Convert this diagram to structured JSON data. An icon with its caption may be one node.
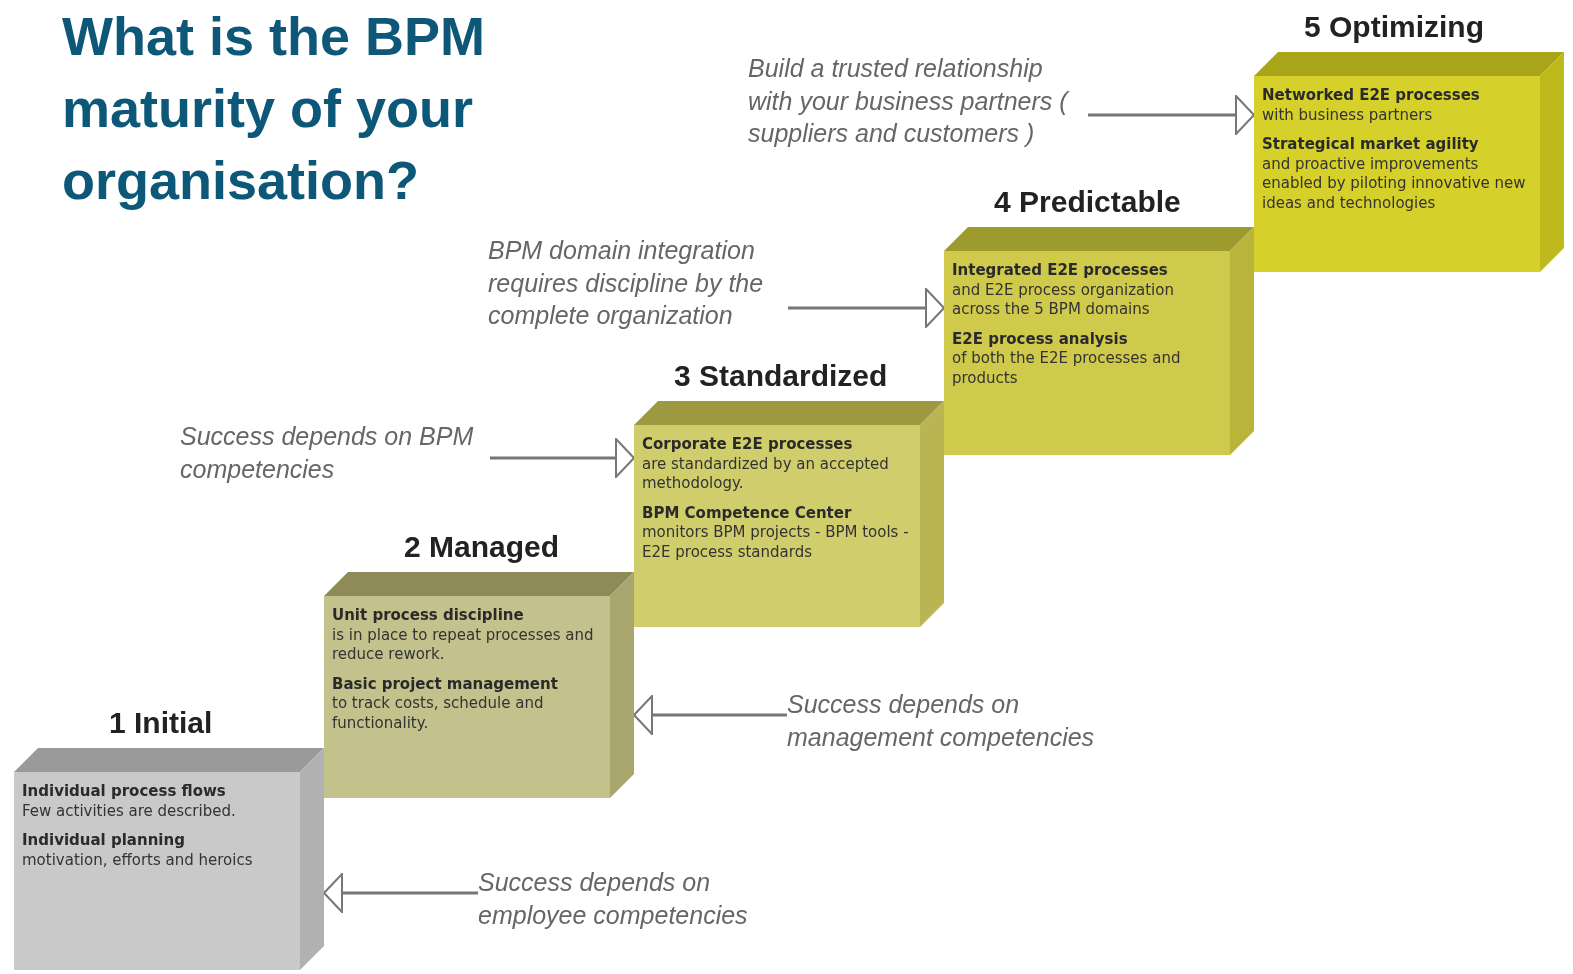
{
  "diagram": {
    "title": "What is the BPM maturity of your organisation?",
    "nodes": [
      {
        "text": [
          "1 Initial",
          "Individual process flows",
          "Few activities are described.",
          "Individual planning",
          "motivation, efforts and heroics"
        ]
      },
      {
        "text": [
          "2 Managed",
          "Unit process discipline",
          "is in place to repeat processes and reduce rework.",
          "Basic project management",
          "to track costs, schedule and functionality."
        ]
      },
      {
        "text": [
          "3 Standardized",
          "Corporate E2E processes",
          "are standardized by an accepted methodology.",
          "BPM Competence Center",
          "monitors BPM projects - BPM tools - E2E process standards"
        ]
      },
      {
        "text": [
          "4 Predictable",
          "Integrated E2E processes",
          "and E2E process organization across the 5 BPM domains",
          "E2E process analysis",
          "of both the E2E processes and products"
        ]
      },
      {
        "text": [
          "5 Optimizing",
          "Networked E2E processes",
          "with business partners",
          "Strategical market agility",
          "and proactive improvements enabled by piloting innovative new ideas and technologies"
        ]
      },
      {
        "text": [
          "Success depends on employee competencies"
        ]
      },
      {
        "text": [
          "Success depends on management competencies"
        ]
      },
      {
        "text": [
          "Success depends on BPM competencies"
        ]
      },
      {
        "text": [
          "BPM domain integration requires discipline by the complete organization"
        ]
      },
      {
        "text": [
          "Build a trusted relationship with your business partners ( suppliers and customers )"
        ]
      }
    ],
    "edges": [
      {
        "from": 5,
        "to": 0,
        "arrow": "to"
      },
      {
        "from": 6,
        "to": 1,
        "arrow": "to"
      },
      {
        "from": 7,
        "to": 2,
        "arrow": "to"
      },
      {
        "from": 8,
        "to": 3,
        "arrow": "to"
      },
      {
        "from": 9,
        "to": 4,
        "arrow": "to"
      }
    ]
  }
}
